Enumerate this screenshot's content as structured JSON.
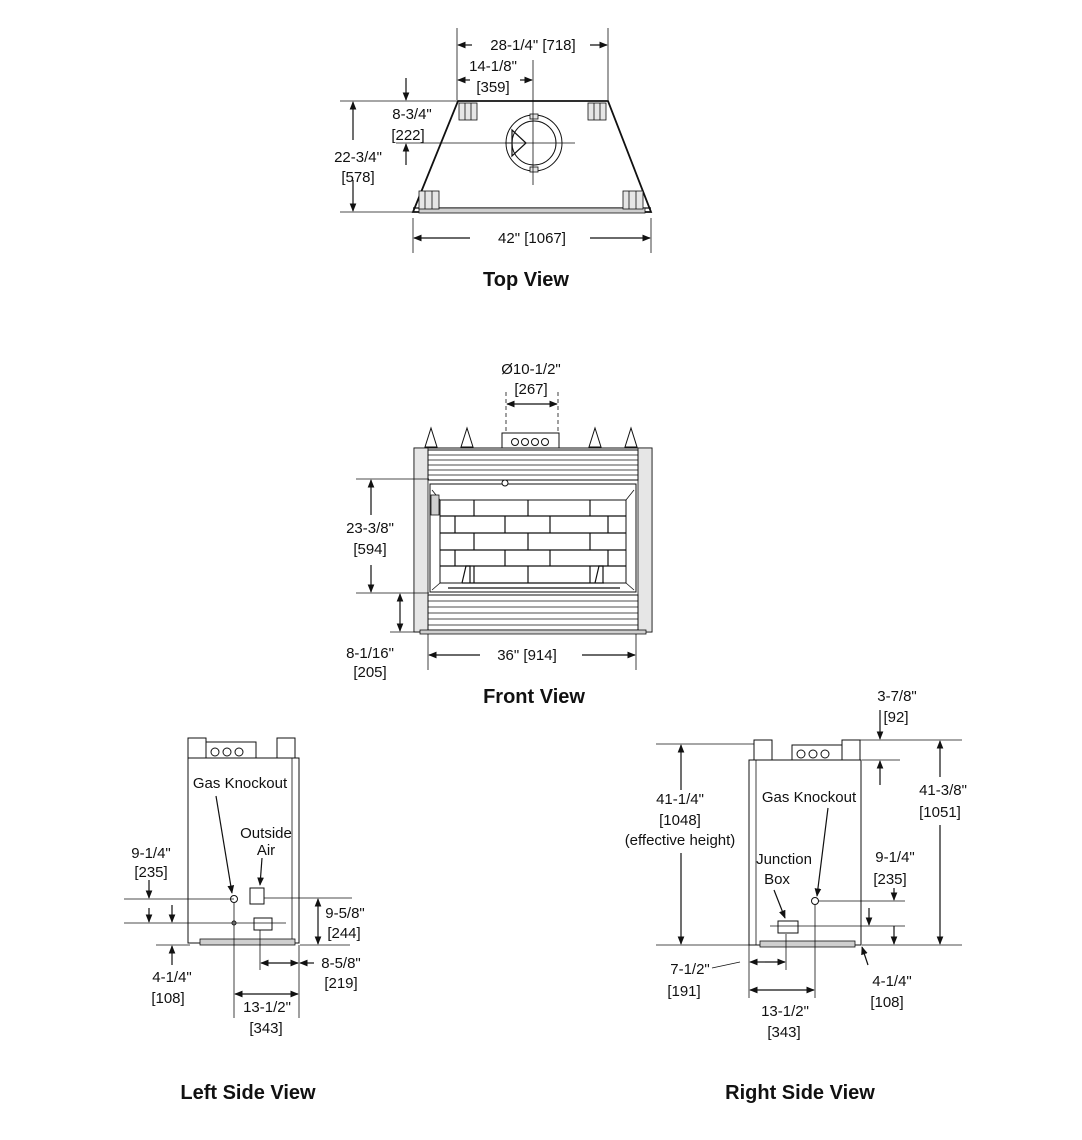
{
  "top_view": {
    "title": "Top View",
    "width_upper": "28-1/4\" [718]",
    "center_offset": "14-1/8\"",
    "center_offset_mm": "[359]",
    "flue_depth": "8-3/4\"",
    "flue_depth_mm": "[222]",
    "depth": "22-3/4\"",
    "depth_mm": "[578]",
    "width_lower": "42\" [1067]"
  },
  "front_view": {
    "title": "Front View",
    "flue_diameter": "Ø10-1/2\"",
    "flue_diameter_mm": "[267]",
    "opening_height": "23-3/8\"",
    "opening_height_mm": "[594]",
    "base_height": "8-1/16\"",
    "base_height_mm": "[205]",
    "opening_width": "36\" [914]"
  },
  "left_side_view": {
    "title": "Left Side View",
    "gas_knockout": "Gas Knockout",
    "outside_air_1": "Outside",
    "outside_air_2": "Air",
    "gas_height": "9-1/4\"",
    "gas_height_mm": "[235]",
    "air_height": "9-5/8\"",
    "air_height_mm": "[244]",
    "air_offset": "8-5/8\"",
    "air_offset_mm": "[219]",
    "base_offset": "4-1/4\"",
    "base_offset_mm": "[108]",
    "gas_depth": "13-1/2\"",
    "gas_depth_mm": "[343]"
  },
  "right_side_view": {
    "title": "Right Side View",
    "top_offset": "3-7/8\"",
    "top_offset_mm": "[92]",
    "effective_height": "41-1/4\"",
    "effective_height_mm": "[1048]",
    "effective_height_note": "(effective height)",
    "overall_height": "41-3/8\"",
    "overall_height_mm": "[1051]",
    "gas_knockout": "Gas Knockout",
    "junction_box_1": "Junction",
    "junction_box_2": "Box",
    "gas_height": "9-1/4\"",
    "gas_height_mm": "[235]",
    "box_offset": "7-1/2\"",
    "box_offset_mm": "[191]",
    "base_offset": "4-1/4\"",
    "base_offset_mm": "[108]",
    "gas_depth": "13-1/2\"",
    "gas_depth_mm": "[343]"
  }
}
